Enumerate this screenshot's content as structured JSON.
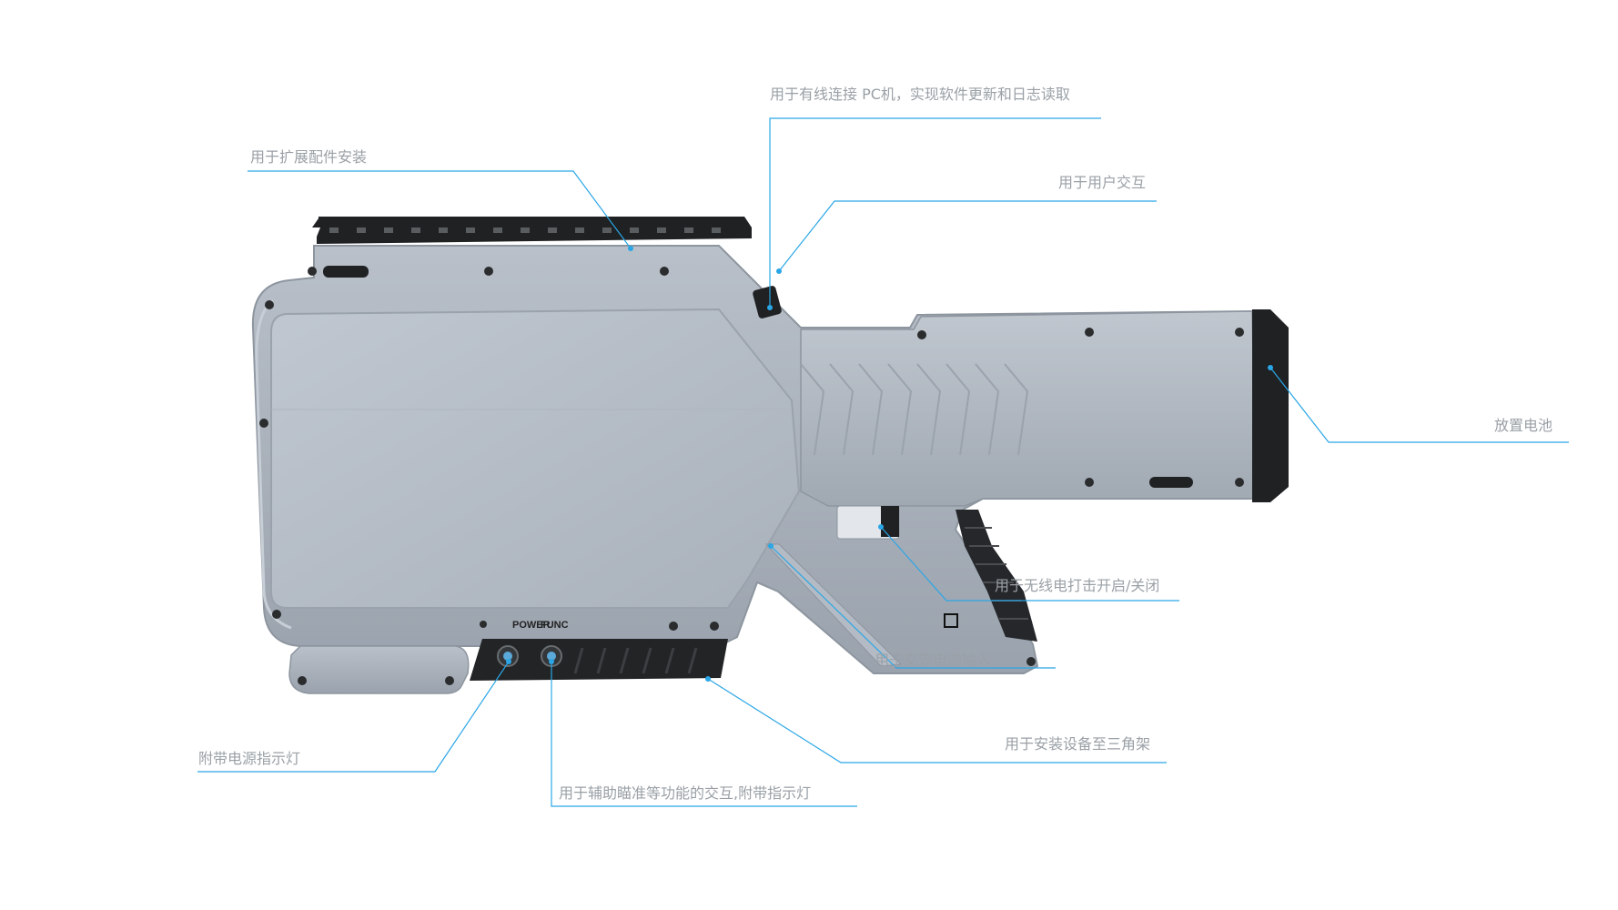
{
  "device": {
    "button_labels": {
      "power": "POWER",
      "func": "FUNC"
    }
  },
  "callouts": [
    {
      "id": "pc-connection",
      "text": "用于有线连接 PC机，实现软件更新和日志读取"
    },
    {
      "id": "accessory-mount",
      "text": "用于扩展配件安装"
    },
    {
      "id": "user-interaction",
      "text": "用于用户交互"
    },
    {
      "id": "battery",
      "text": "放置电池"
    },
    {
      "id": "wireless-strike",
      "text": "用于无线电打击开启/关闭"
    },
    {
      "id": "ac-power",
      "text": "用于交流电源输入"
    },
    {
      "id": "tripod-mount",
      "text": "用于安装设备至三角架"
    },
    {
      "id": "power-indicator",
      "text": "附带电源指示灯"
    },
    {
      "id": "aim-assist",
      "text": "用于辅助瞄准等功能的交互,附带指示灯"
    }
  ],
  "colors": {
    "leader_line": "#2aa6e6",
    "label_text": "#9aa0a6",
    "body": "#a5adb8",
    "panel": "#b7bec8",
    "dark": "#222426"
  }
}
